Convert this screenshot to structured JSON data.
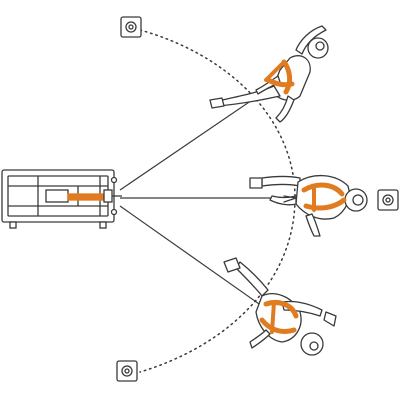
{
  "diagram": {
    "colors": {
      "line": "#3a3a3a",
      "harness": "#e07b20",
      "skin": "#ffffff",
      "background": "#ffffff"
    },
    "elements": {
      "anchor_device": "rope-anchor-unit",
      "pivot_markers": [
        "top-pivot-marker",
        "right-pivot-marker",
        "bottom-pivot-marker"
      ],
      "figures": [
        "runner-top",
        "runner-middle",
        "runner-bottom"
      ],
      "arc": "dotted-radius-arc"
    }
  }
}
